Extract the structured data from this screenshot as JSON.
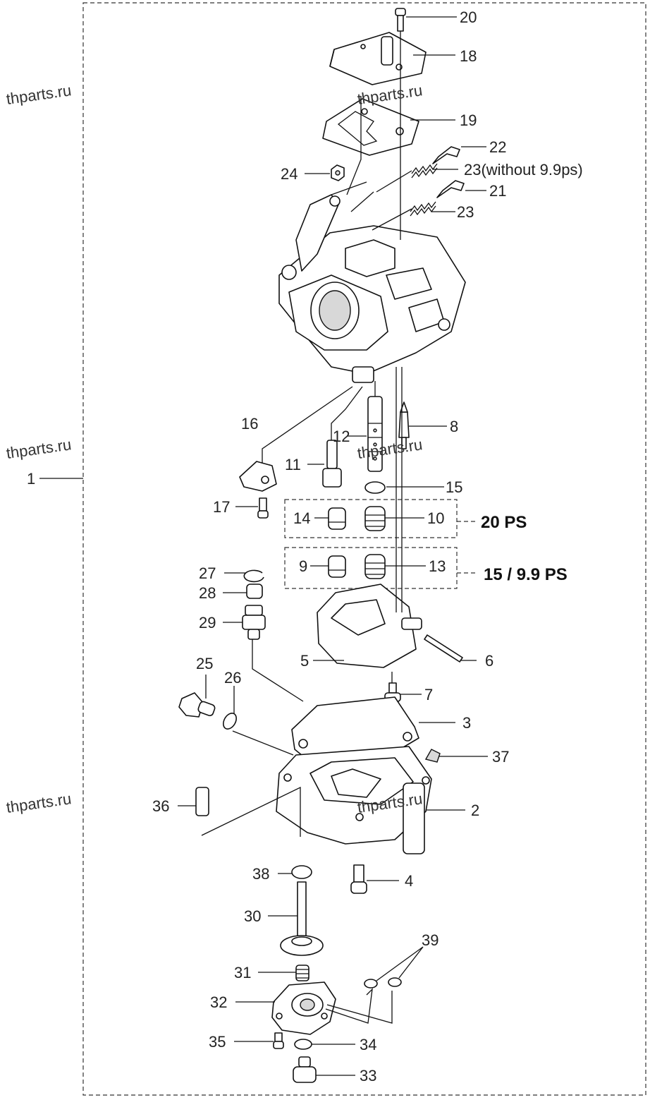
{
  "watermark": "thparts.ru",
  "group_labels": {
    "ps20": "20 PS",
    "ps15": "15 / 9.9 PS"
  },
  "callouts": {
    "c1": "1",
    "c2": "2",
    "c3": "3",
    "c4": "4",
    "c5": "5",
    "c6": "6",
    "c7": "7",
    "c8": "8",
    "c9": "9",
    "c10": "10",
    "c11": "11",
    "c12": "12",
    "c13": "13",
    "c14": "14",
    "c15": "15",
    "c16": "16",
    "c17": "17",
    "c18": "18",
    "c19": "19",
    "c20": "20",
    "c21": "21",
    "c22": "22",
    "c23a": "23(without 9.9ps)",
    "c23b": "23",
    "c24": "24",
    "c25": "25",
    "c26": "26",
    "c27": "27",
    "c28": "28",
    "c29": "29",
    "c30": "30",
    "c31": "31",
    "c32": "32",
    "c33": "33",
    "c34": "34",
    "c35": "35",
    "c36": "36",
    "c37": "37",
    "c38": "38",
    "c39": "39"
  }
}
